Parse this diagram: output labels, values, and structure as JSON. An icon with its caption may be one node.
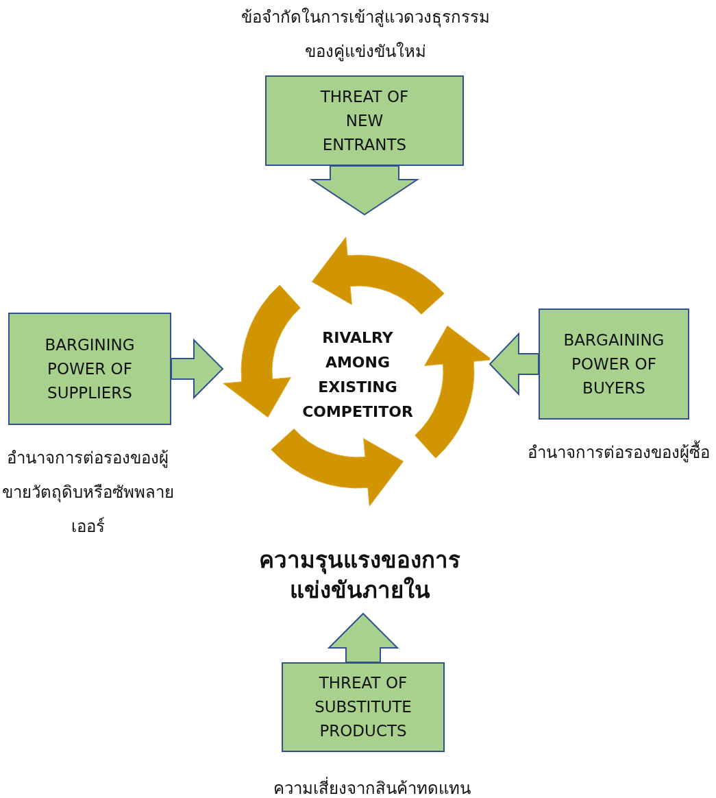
{
  "diagram": {
    "nodes": [
      {
        "text": [
          "THREAT OF NEW ENTRANTS"
        ],
        "beside": [
          "ข้อจำกัดในการเข้าสู่แวดวงธุรกรรมของคู่แข่งขันใหม่"
        ]
      },
      {
        "text": [
          "BARGINING POWER OF SUPPLIERS"
        ],
        "beside": [
          "อำนาจการต่อรองของผู้ขายวัตถุดิบหรือซัพพลายเออร์"
        ]
      },
      {
        "text": [
          "RIVALRY AMONG EXISTING COMPETITOR"
        ],
        "beside": [
          "ความรุนแรงของการแข่งขันภายใน"
        ]
      },
      {
        "text": [
          "BARGAINING POWER OF BUYERS"
        ],
        "beside": [
          "อำนาจการต่อรองของผู้ซื้อ"
        ]
      },
      {
        "text": [
          "THREAT OF SUBSTITUTE PRODUCTS"
        ],
        "beside": [
          "ความเสี่ยงจากสินค้าทดแทน"
        ]
      }
    ],
    "edges": [
      {
        "from": 0,
        "to": 2,
        "arrow": "to"
      },
      {
        "from": 1,
        "to": 2,
        "arrow": "to"
      },
      {
        "from": 3,
        "to": 2,
        "arrow": "to"
      },
      {
        "from": 4,
        "to": 2,
        "arrow": "to"
      }
    ]
  }
}
